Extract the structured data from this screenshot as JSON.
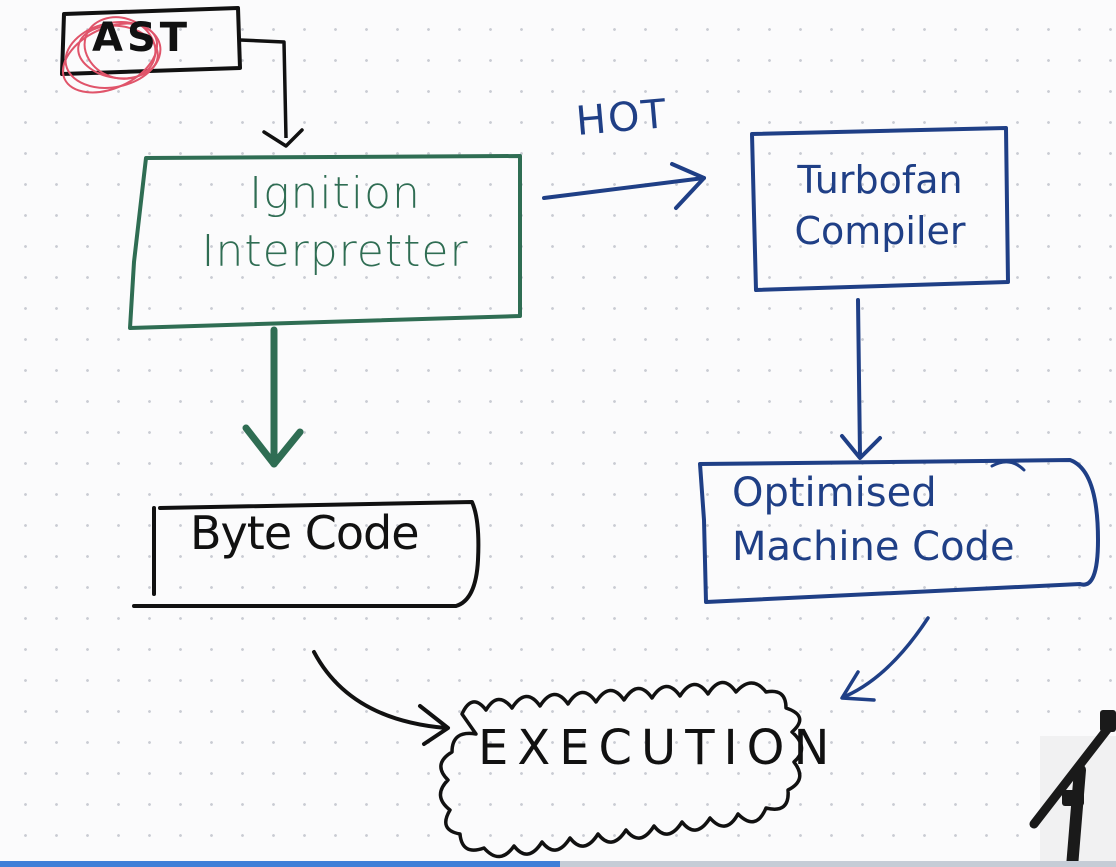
{
  "nodes": {
    "ast": {
      "label": "AST"
    },
    "ignition": {
      "label": "Ignition\nInterpretter"
    },
    "turbofan": {
      "label": "Turbofan\nCompiler"
    },
    "bytecode": {
      "label": "Byte Code"
    },
    "optimised": {
      "label": "Optimised\nMachine Code"
    },
    "execution": {
      "label": "EXECUTION"
    }
  },
  "edges": {
    "hot": {
      "label": "HOT"
    }
  },
  "colors": {
    "green": "#2f6d53",
    "blue": "#1f3f86",
    "black": "#111111",
    "highlight": "#e0546a"
  }
}
